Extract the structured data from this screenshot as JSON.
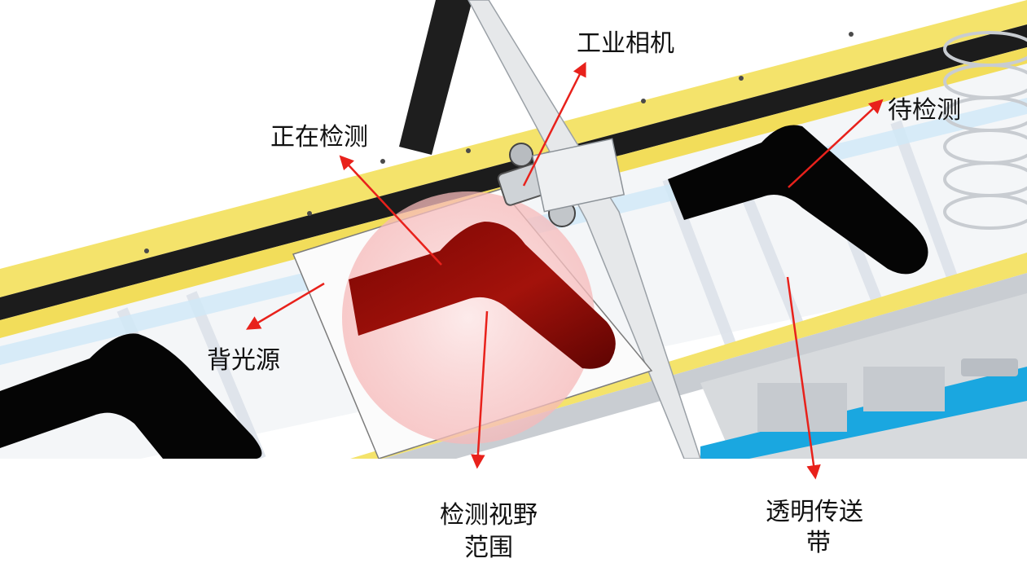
{
  "labels": {
    "camera": "工业相机",
    "detecting": "正在检测",
    "waiting": "待检测",
    "backlight": "背光源",
    "fov_line1": "检测视野",
    "fov_line2": "范围",
    "belt_line1": "透明传送",
    "belt_line2": "带"
  },
  "colors": {
    "arrow": "#e8211b",
    "rail_yellow": "#f4e36b",
    "part_detecting": "#8e0b07",
    "part_waiting": "#050505",
    "fov_circle": "#f6b9b9",
    "conveyor_blue": "#1aa7e0"
  }
}
